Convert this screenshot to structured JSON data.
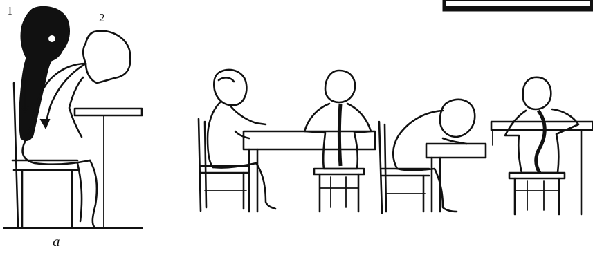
{
  "figure": {
    "panel_labels": {
      "silhouette_1": "1",
      "silhouette_2": "2",
      "subfigure": "a"
    },
    "scenes": [
      {
        "id": "panel-a",
        "description_icon": "posture-comparison-icon"
      },
      {
        "id": "correct-posture-side",
        "description_icon": "child-writing-side-icon"
      },
      {
        "id": "correct-posture-back",
        "description_icon": "child-back-straight-spine-icon"
      },
      {
        "id": "incorrect-posture-side",
        "description_icon": "child-slouching-side-icon"
      },
      {
        "id": "incorrect-posture-back",
        "description_icon": "child-back-curved-spine-icon"
      }
    ],
    "colors": {
      "ink": "#111111",
      "paper": "#ffffff"
    }
  }
}
